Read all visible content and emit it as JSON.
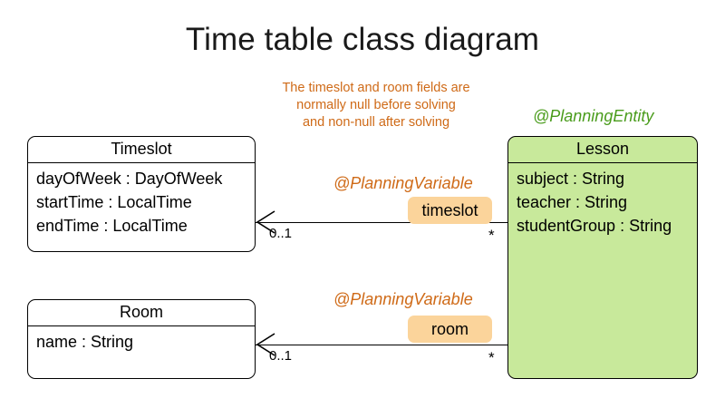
{
  "diagram": {
    "title": "Time table class diagram",
    "note": {
      "lines": [
        "The timeslot and room fields are",
        "normally null before solving",
        "and non-null after solving"
      ]
    },
    "colors": {
      "entity_fill": "#c8e99b",
      "entity_stereotype": "#4a9c1c",
      "variable_stereotype": "#cf6a17",
      "badge_fill": "#fbd49b",
      "note_text": "#cf6a17",
      "line": "#000000",
      "class_fill": "#ffffff"
    },
    "classes": [
      {
        "name": "Timeslot",
        "stereotype": null,
        "attributes": [
          "dayOfWeek : DayOfWeek",
          "startTime : LocalTime",
          "endTime : LocalTime"
        ]
      },
      {
        "name": "Room",
        "stereotype": null,
        "attributes": [
          "name : String"
        ]
      },
      {
        "name": "Lesson",
        "stereotype": "@PlanningEntity",
        "attributes": [
          "subject : String",
          "teacher : String",
          "studentGroup : String"
        ]
      }
    ],
    "associations": [
      {
        "stereotype": "@PlanningVariable",
        "field": "timeslot",
        "source": "Lesson",
        "target": "Timeslot",
        "source_multiplicity": "*",
        "target_multiplicity": "0..1"
      },
      {
        "stereotype": "@PlanningVariable",
        "field": "room",
        "source": "Lesson",
        "target": "Room",
        "source_multiplicity": "*",
        "target_multiplicity": "0..1"
      }
    ]
  }
}
